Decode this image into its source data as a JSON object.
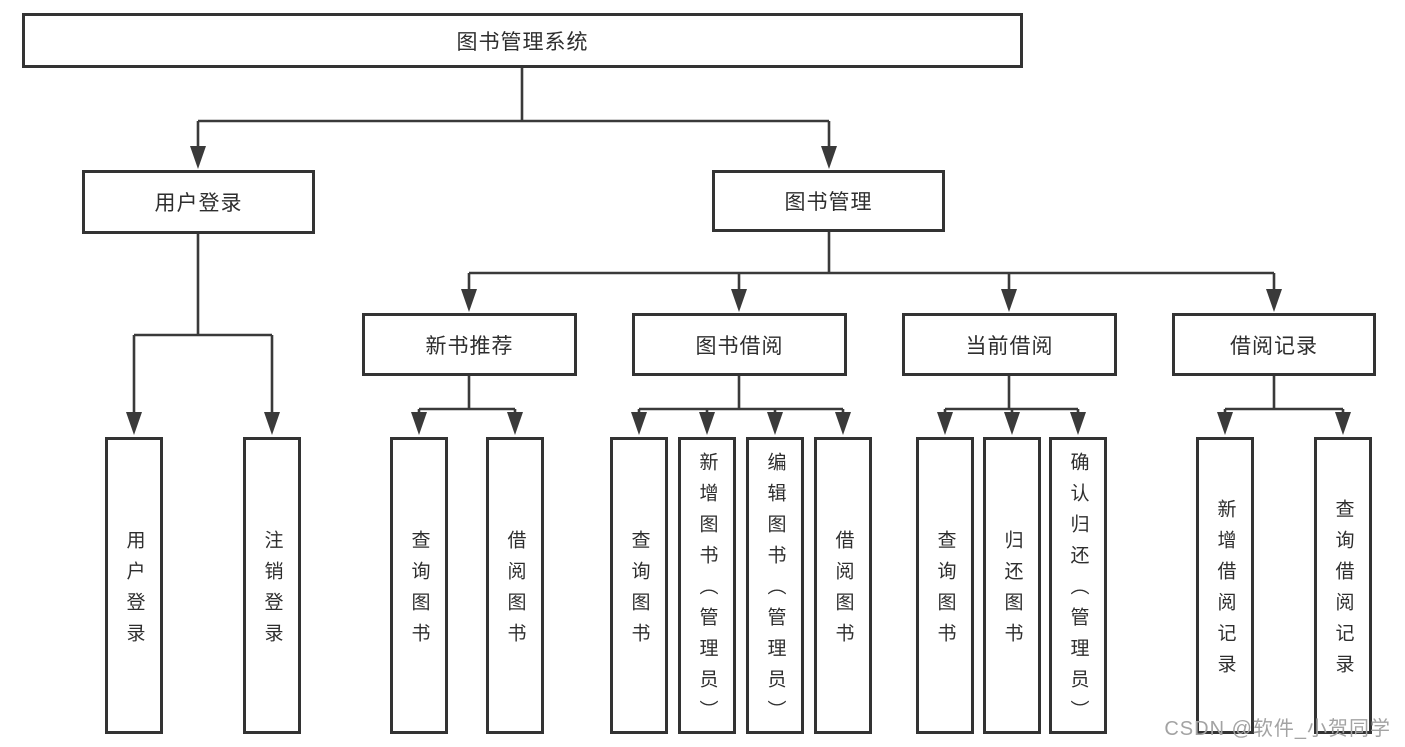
{
  "theme": {
    "line_color": "#3a3a3a",
    "box_border_color": "#333333",
    "text_color": "#2e2e2e",
    "watermark_color": "#a3a3a3",
    "bg_color": "#ffffff"
  },
  "diagram": {
    "type": "tree",
    "title": "图书管理系统",
    "nodes": {
      "root": {
        "label": "图书管理系统",
        "level": 1,
        "parent": null
      },
      "user_login": {
        "label": "用户登录",
        "level": 2,
        "parent": "root"
      },
      "book_mgmt": {
        "label": "图书管理",
        "level": 2,
        "parent": "root"
      },
      "new_book": {
        "label": "新书推荐",
        "level": 3,
        "parent": "book_mgmt"
      },
      "book_borrow": {
        "label": "图书借阅",
        "level": 3,
        "parent": "book_mgmt"
      },
      "current_borrow": {
        "label": "当前借阅",
        "level": 3,
        "parent": "book_mgmt"
      },
      "borrow_record": {
        "label": "借阅记录",
        "level": 3,
        "parent": "book_mgmt"
      },
      "leaf_user_login": {
        "label": "用户登录",
        "level": 4,
        "parent": "user_login"
      },
      "leaf_logout": {
        "label": "注销登录",
        "level": 4,
        "parent": "user_login"
      },
      "leaf_nb_query": {
        "label": "查询图书",
        "level": 4,
        "parent": "new_book"
      },
      "leaf_nb_borrow": {
        "label": "借阅图书",
        "level": 4,
        "parent": "new_book"
      },
      "leaf_bb_query": {
        "label": "查询图书",
        "level": 4,
        "parent": "book_borrow"
      },
      "leaf_bb_add": {
        "label": "新增图书（管理员）",
        "level": 4,
        "parent": "book_borrow"
      },
      "leaf_bb_edit": {
        "label": "编辑图书（管理员）",
        "level": 4,
        "parent": "book_borrow"
      },
      "leaf_bb_borrow": {
        "label": "借阅图书",
        "level": 4,
        "parent": "book_borrow"
      },
      "leaf_cb_query": {
        "label": "查询图书",
        "level": 4,
        "parent": "current_borrow"
      },
      "leaf_cb_return": {
        "label": "归还图书",
        "level": 4,
        "parent": "current_borrow"
      },
      "leaf_cb_confirm": {
        "label": "确认归还（管理员）",
        "level": 4,
        "parent": "current_borrow"
      },
      "leaf_br_add": {
        "label": "新增借阅记录",
        "level": 4,
        "parent": "borrow_record"
      },
      "leaf_br_query": {
        "label": "查询借阅记录",
        "level": 4,
        "parent": "borrow_record"
      }
    }
  },
  "watermark": {
    "text": "CSDN @软件_小贺同学"
  }
}
